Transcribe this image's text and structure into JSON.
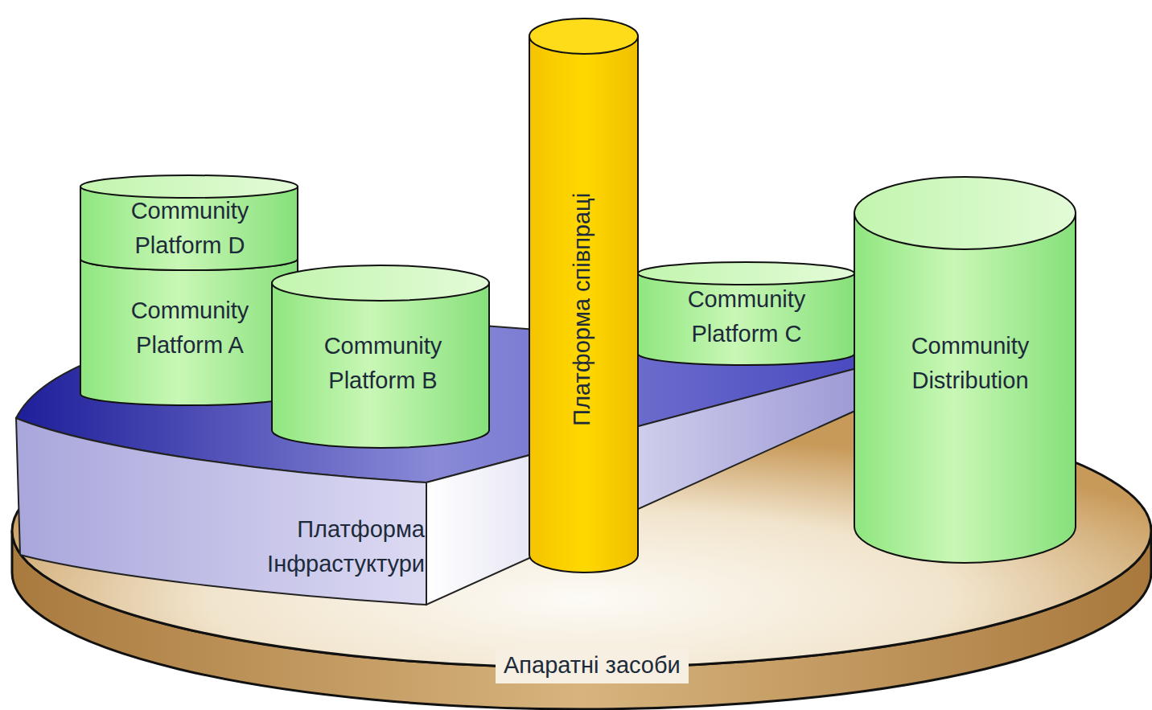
{
  "diagram": {
    "nodes": [
      {
        "text": [
          "Community Platform D"
        ]
      },
      {
        "text": [
          "Community Platform A"
        ]
      },
      {
        "text": [
          "Community Platform B"
        ]
      },
      {
        "text": [
          "Платформа співпраці"
        ]
      },
      {
        "text": [
          "Community Platform C"
        ]
      },
      {
        "text": [
          "Community Distribution"
        ]
      },
      {
        "text": [
          "Платформа Інфрастуктури"
        ]
      },
      {
        "text": [
          "Апаратні засоби"
        ]
      }
    ]
  }
}
